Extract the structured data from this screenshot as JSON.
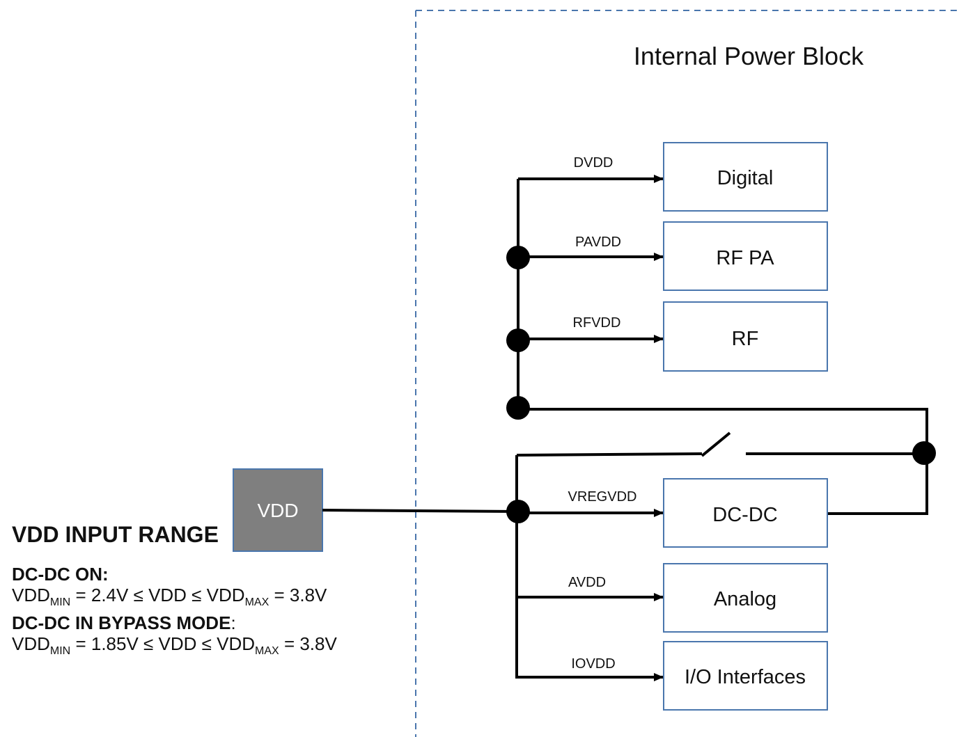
{
  "diagram": {
    "region_title": "Internal Power Block",
    "source": {
      "label": "VDD",
      "fill": "#7f7f7f",
      "border": "#4a76ad"
    },
    "blocks": [
      {
        "id": "digital",
        "label": "Digital",
        "rail": "DVDD"
      },
      {
        "id": "rf-pa",
        "label": "RF PA",
        "rail": "PAVDD"
      },
      {
        "id": "rf",
        "label": "RF",
        "rail": "RFVDD"
      },
      {
        "id": "dc-dc",
        "label": "DC-DC",
        "rail": "VREGVDD"
      },
      {
        "id": "analog",
        "label": "Analog",
        "rail": "AVDD"
      },
      {
        "id": "io",
        "label": "I/O Interfaces",
        "rail": "IOVDD"
      }
    ],
    "colors": {
      "block_border": "#4a76ad",
      "dashed_boundary": "#4a76ad",
      "wire": "#000000"
    }
  },
  "legend": {
    "heading": "VDD INPUT RANGE",
    "dcdc_on": {
      "title": "DC-DC ON:",
      "vdd": "VDD",
      "min_sub": "MIN",
      "min_value": " = 2.4V ≤ VDD ≤ VDD",
      "max_sub": "MAX",
      "max_value": " = 3.8V"
    },
    "bypass": {
      "title": "DC-DC IN BYPASS MODE",
      "suffix": ":",
      "vdd": "VDD",
      "min_sub": "MIN",
      "min_value": " = 1.85V ≤ VDD ≤ VDD",
      "max_sub": "MAX",
      "max_value": " = 3.8V"
    }
  }
}
